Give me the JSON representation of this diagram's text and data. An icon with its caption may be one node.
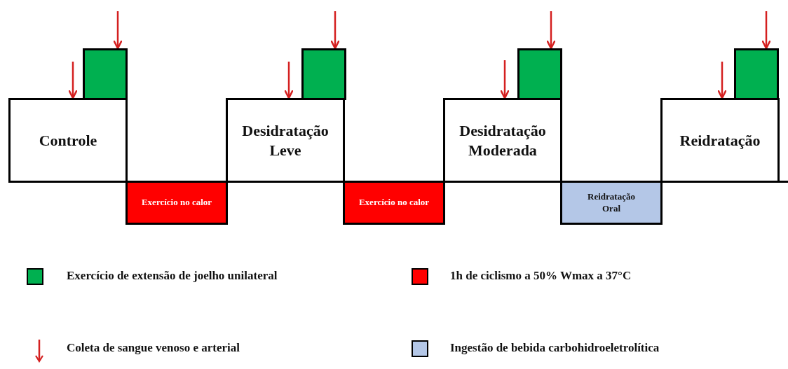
{
  "diagram": {
    "nodes": [
      {
        "text": [
          "Controle"
        ]
      },
      {
        "text": [],
        "shape": "box"
      },
      {
        "text": [
          "Exercício no calor"
        ]
      },
      {
        "text": [
          "Desidratação Leve"
        ]
      },
      {
        "text": [],
        "shape": "box"
      },
      {
        "text": [
          "Exercício no calor"
        ]
      },
      {
        "text": [
          "Desidratação Moderada"
        ]
      },
      {
        "text": [],
        "shape": "box"
      },
      {
        "text": [
          "Reidratação Oral"
        ]
      },
      {
        "text": [
          "Reidratação"
        ]
      },
      {
        "text": [],
        "shape": "box"
      }
    ],
    "edges": [
      {
        "from": null,
        "to": 0,
        "arrow": "to"
      },
      {
        "from": null,
        "to": 1,
        "arrow": "to"
      },
      {
        "from": null,
        "to": 3,
        "arrow": "to"
      },
      {
        "from": null,
        "to": 4,
        "arrow": "to"
      },
      {
        "from": null,
        "to": 6,
        "arrow": "to"
      },
      {
        "from": null,
        "to": 7,
        "arrow": "to"
      },
      {
        "from": null,
        "to": 9,
        "arrow": "to"
      },
      {
        "from": null,
        "to": 10,
        "arrow": "to"
      }
    ],
    "legend": [
      {
        "text": "Exercício de extensão de joelho unilateral",
        "color": "#00b050"
      },
      {
        "text": "1h de ciclismo a 50% Wmax a 37°C",
        "color": "#ff0000"
      },
      {
        "text": "Coleta de sangue venoso e arterial"
      },
      {
        "text": "Ingestão de bebida carbohidroeletrolítica",
        "color": "#b4c7e7"
      }
    ]
  }
}
